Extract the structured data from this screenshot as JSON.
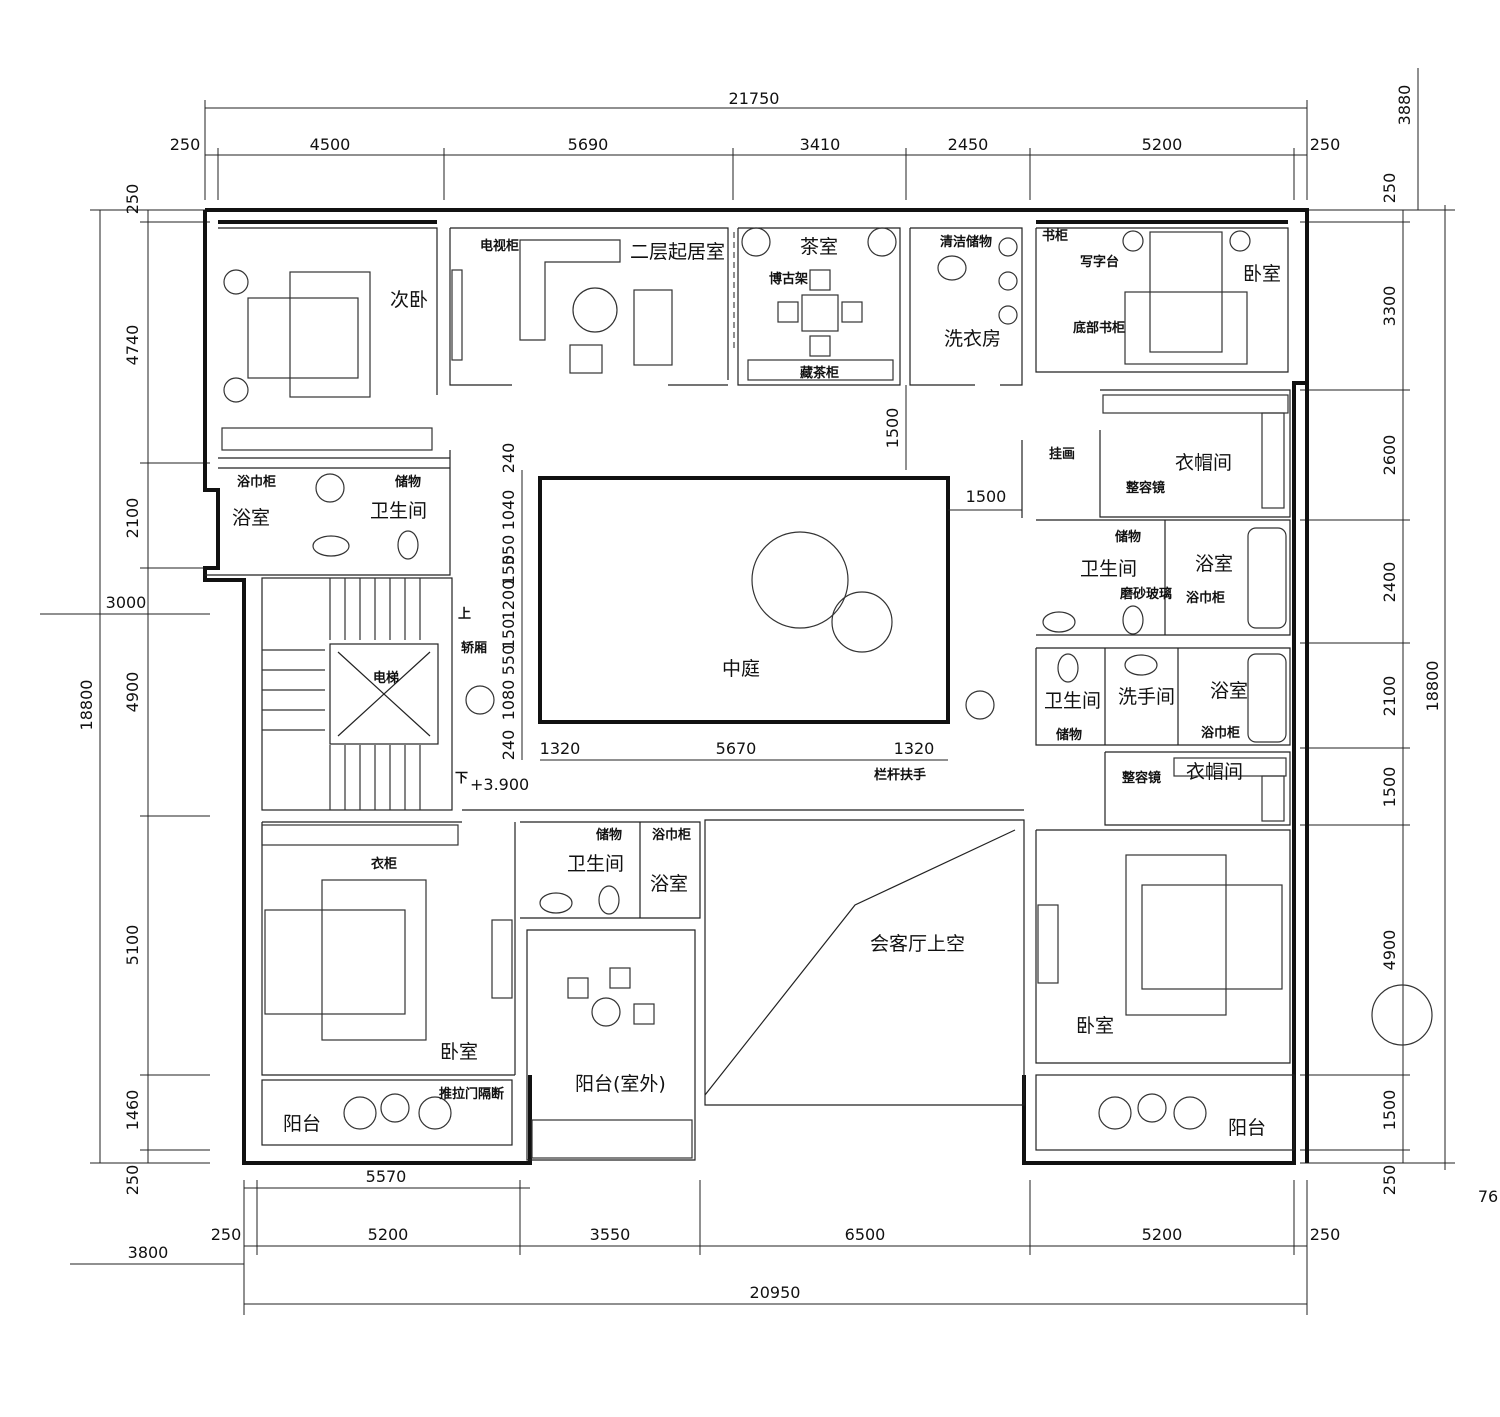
{
  "rooms": {
    "second_bedroom": "次卧",
    "living_room_2f": "二层起居室",
    "tea_room": "茶室",
    "laundry": "洗衣房",
    "bedroom_ne": "卧室",
    "walk_in_closet_1": "衣帽间",
    "toilet_1": "卫生间",
    "bath_1": "浴室",
    "bath_nw": "浴室",
    "toilet_nw": "卫生间",
    "courtyard": "中庭",
    "toilet_2": "卫生间",
    "washroom": "洗手间",
    "bath_2": "浴室",
    "walk_in_closet_2": "衣帽间",
    "toilet_sw": "卫生间",
    "bath_sw": "浴室",
    "bedroom_sw": "卧室",
    "balcony_outdoor": "阳台(室外)",
    "void_reception": "会客厅上空",
    "bedroom_se": "卧室",
    "balcony_sw": "阳台",
    "balcony_se": "阳台",
    "elevator": "电梯"
  },
  "notes": {
    "tv_cabinet": "电视柜",
    "curio_shelf": "博古架",
    "tea_cabinet": "藏茶柜",
    "cleaning_storage": "清洁储物",
    "bookcase": "书柜",
    "desk": "写字台",
    "bottom_bookcase": "底部书柜",
    "hanging_painting": "挂画",
    "full_mirror_1": "整容镜",
    "storage_1": "储物",
    "frosted_glass": "磨砂玻璃",
    "towel_cabinet_1": "浴巾柜",
    "towel_cabinet_nw": "浴巾柜",
    "storage_nw": "储物",
    "storage_2": "储物",
    "towel_cabinet_2": "浴巾柜",
    "full_mirror_2": "整容镜",
    "car_cab": "轿厢",
    "railing": "栏杆扶手",
    "storage_sw": "储物",
    "towel_cabinet_sw": "浴巾柜",
    "wardrobe": "衣柜",
    "sliding_partition": "推拉门隔断",
    "stair_up": "上",
    "stair_down": "下",
    "level": "+3.900"
  },
  "dims": {
    "top_total": "21750",
    "top_margin_l": "250",
    "top_margin_r": "250",
    "top_1": "4500",
    "top_2": "5690",
    "top_3": "3410",
    "top_4": "2450",
    "top_5": "5200",
    "bottom_total": "20950",
    "bottom_margin_l": "250",
    "bottom_margin_r": "250",
    "bottom_1": "5200",
    "bottom_2": "3550",
    "bottom_3": "6500",
    "bottom_4": "5200",
    "bottom_sub": "5570",
    "bottom_left_extra": "3800",
    "left_total": "18800",
    "left_250_top": "250",
    "left_1": "4740",
    "left_2": "2100",
    "left_3000": "3000",
    "left_3": "4900",
    "left_4": "5100",
    "left_5": "1460",
    "left_250_bot": "250",
    "right_total": "18800",
    "right_top_extra": "3880",
    "right_250_top": "250",
    "right_1": "3300",
    "right_2": "2600",
    "right_3": "2400",
    "right_4": "2100",
    "right_5": "1500",
    "right_6": "4900",
    "right_7": "1500",
    "right_250_bot": "250",
    "right_extra_76": "76",
    "court_v_240a": "240",
    "court_v_1040": "1040",
    "court_v_550a": "550",
    "court_v_150a": "150",
    "court_v_1200": "1200",
    "court_v_150b": "150",
    "court_v_550b": "550",
    "court_v_1080": "1080",
    "court_v_240b": "240",
    "court_h_1320a": "1320",
    "court_h_5670": "5670",
    "court_h_1320b": "1320",
    "court_gap_v": "1500",
    "court_gap_h": "1500"
  }
}
